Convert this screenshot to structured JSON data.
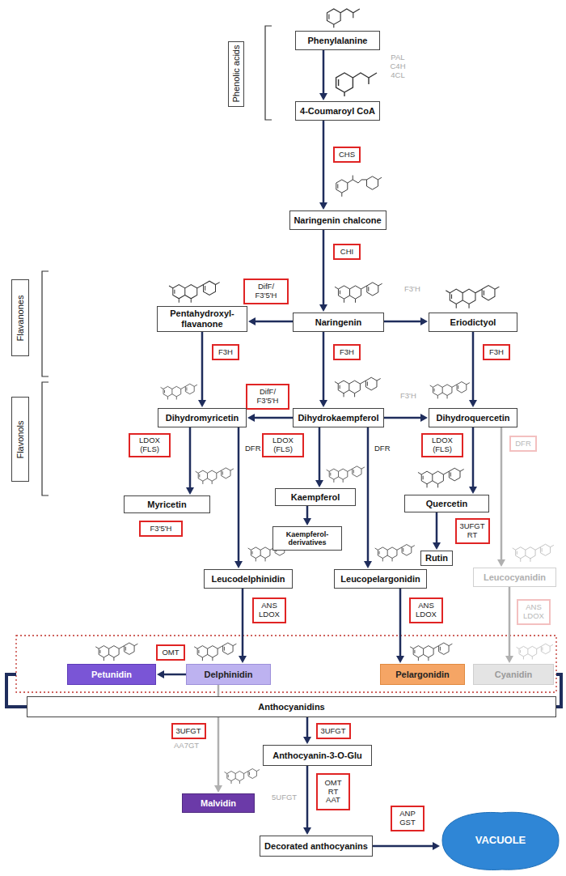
{
  "diagram": {
    "nodes": [
      {
        "text": [
          "Phenolic acids"
        ]
      },
      {
        "text": [
          "Phenylalanine"
        ]
      },
      {
        "text": [
          "4-Coumaroyl CoA"
        ]
      },
      {
        "text": [
          "CHS"
        ]
      },
      {
        "text": [
          "Naringenin chalcone"
        ]
      },
      {
        "text": [
          "CHI"
        ]
      },
      {
        "text": [
          "Flavanones"
        ]
      },
      {
        "text": [
          "DifF/ F3'5'H"
        ]
      },
      {
        "text": [
          "Pentahydroxyl- flavanone"
        ]
      },
      {
        "text": [
          "Naringenin"
        ]
      },
      {
        "text": [
          "Eriodictyol"
        ]
      },
      {
        "text": [
          "F3H"
        ]
      },
      {
        "text": [
          "F3H"
        ]
      },
      {
        "text": [
          "F3H"
        ]
      },
      {
        "text": [
          "Flavonols"
        ]
      },
      {
        "text": [
          "DifF/ F3'5'H"
        ]
      },
      {
        "text": [
          "Dihydromyricetin"
        ]
      },
      {
        "text": [
          "Dihydrokaempferol"
        ]
      },
      {
        "text": [
          "Dihydroquercetin"
        ]
      },
      {
        "text": [
          "LDOX (FLS)"
        ]
      },
      {
        "text": [
          "LDOX (FLS)"
        ]
      },
      {
        "text": [
          "LDOX (FLS)"
        ]
      },
      {
        "text": [
          "DFR"
        ]
      },
      {
        "text": [
          "Myricetin"
        ]
      },
      {
        "text": [
          "Kaempferol"
        ]
      },
      {
        "text": [
          "Quercetin"
        ]
      },
      {
        "text": [
          "Kaempferol- derivatives"
        ]
      },
      {
        "text": [
          "F3'5'H"
        ]
      },
      {
        "text": [
          "3UFGT RT"
        ]
      },
      {
        "text": [
          "Rutin"
        ]
      },
      {
        "text": [
          "Leucodelphinidin"
        ]
      },
      {
        "text": [
          "Leucopelargonidin"
        ]
      },
      {
        "text": [
          "Leucocyanidin"
        ]
      },
      {
        "text": [
          "ANS LDOX"
        ]
      },
      {
        "text": [
          "ANS LDOX"
        ]
      },
      {
        "text": [
          "ANS LDOX"
        ]
      },
      {
        "text": [
          "OMT"
        ]
      },
      {
        "text": [
          "Petunidin"
        ]
      },
      {
        "text": [
          "Delphinidin"
        ]
      },
      {
        "text": [
          "Pelargonidin"
        ]
      },
      {
        "text": [
          "Cyanidin"
        ]
      },
      {
        "text": [
          "Anthocyanidins"
        ]
      },
      {
        "text": [
          "3UFGT"
        ]
      },
      {
        "text": [
          "3UFGT"
        ]
      },
      {
        "text": [
          "Anthocyanin-3-O-Glu"
        ]
      },
      {
        "text": [
          "Malvidin"
        ]
      },
      {
        "text": [
          "OMT RT AAT"
        ]
      },
      {
        "text": [
          "Decorated anthocyanins"
        ]
      },
      {
        "text": [
          "ANP GST"
        ]
      },
      {
        "text": [
          "VACUOLE"
        ]
      }
    ],
    "edges": [
      {
        "from": 1,
        "to": 2,
        "arrow": "to"
      },
      {
        "from": 2,
        "to": 4,
        "arrow": "to"
      },
      {
        "from": 4,
        "to": 9,
        "arrow": "to"
      },
      {
        "from": 9,
        "to": 8,
        "arrow": "to"
      },
      {
        "from": 9,
        "to": 10,
        "arrow": "to"
      },
      {
        "from": 9,
        "to": 17,
        "arrow": "to"
      },
      {
        "from": 8,
        "to": 16,
        "arrow": "to"
      },
      {
        "from": 10,
        "to": 18,
        "arrow": "to"
      },
      {
        "from": 17,
        "to": 16,
        "arrow": "to"
      },
      {
        "from": 17,
        "to": 18,
        "arrow": "to"
      },
      {
        "from": 16,
        "to": 23,
        "arrow": "to"
      },
      {
        "from": 16,
        "to": 30,
        "arrow": "to"
      },
      {
        "from": 17,
        "to": 24,
        "arrow": "to"
      },
      {
        "from": 17,
        "to": 31,
        "arrow": "to"
      },
      {
        "from": 18,
        "to": 25,
        "arrow": "to"
      },
      {
        "from": 18,
        "to": 32,
        "arrow": "to"
      },
      {
        "from": 24,
        "to": 26,
        "arrow": "to"
      },
      {
        "from": 25,
        "to": 29,
        "arrow": "to"
      },
      {
        "from": 30,
        "to": 38,
        "arrow": "to"
      },
      {
        "from": 31,
        "to": 39,
        "arrow": "to"
      },
      {
        "from": 32,
        "to": 40,
        "arrow": "to"
      },
      {
        "from": 38,
        "to": 37,
        "arrow": "to"
      },
      {
        "from": 38,
        "to": 45,
        "arrow": "to"
      },
      {
        "from": 41,
        "to": 44,
        "arrow": "to"
      },
      {
        "from": 44,
        "to": 47,
        "arrow": "to"
      },
      {
        "from": 47,
        "to": 49,
        "arrow": "to"
      }
    ],
    "labels": [
      "PAL C4H 4CL",
      "F3'H",
      "F3'H",
      "DFR",
      "DFR",
      "AA7GT",
      "5UFGT"
    ]
  }
}
